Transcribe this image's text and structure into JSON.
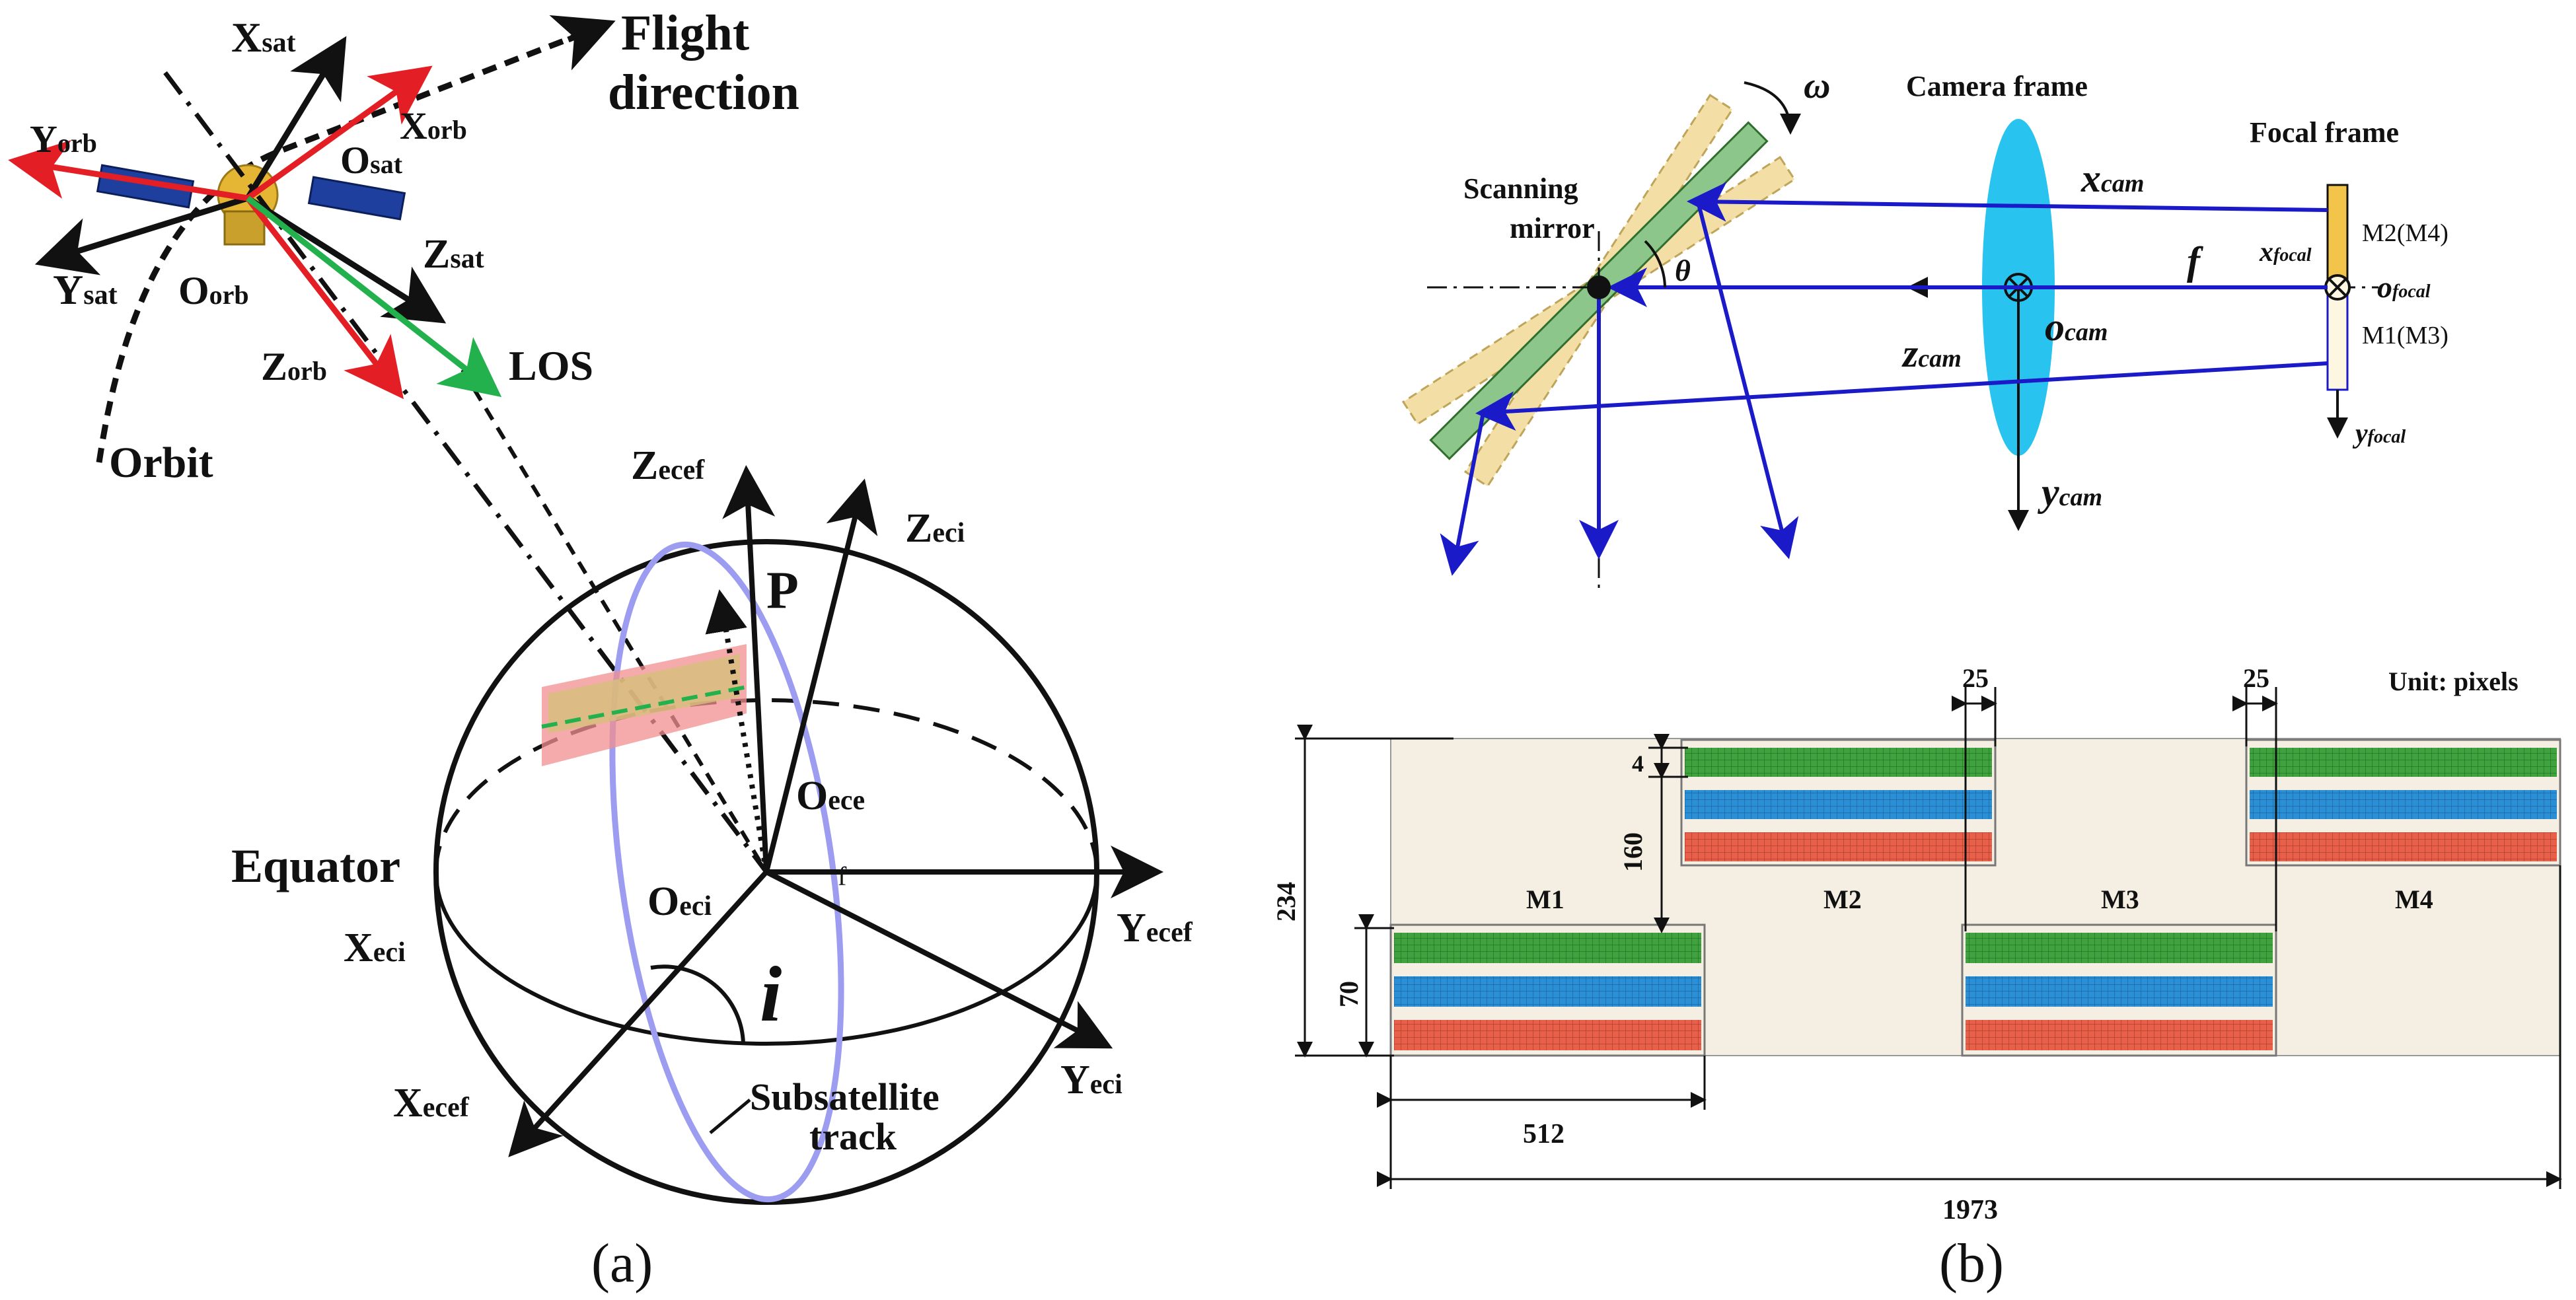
{
  "panel_a": {
    "caption": "(a)",
    "flight_direction": [
      "Flight",
      "direction"
    ],
    "orbit": "Orbit",
    "los": "LOS",
    "equator": "Equator",
    "subsatellite_track": [
      "Subsatellite",
      "track"
    ],
    "point_p": "P",
    "inclination": "i",
    "small_f": "f",
    "axes": {
      "x_sat": {
        "main": "X",
        "sub": "sat"
      },
      "y_sat": {
        "main": "Y",
        "sub": "sat"
      },
      "z_sat": {
        "main": "Z",
        "sub": "sat"
      },
      "o_sat": {
        "main": "O",
        "sub": "sat"
      },
      "x_orb": {
        "main": "X",
        "sub": "orb"
      },
      "y_orb": {
        "main": "Y",
        "sub": "orb"
      },
      "z_orb": {
        "main": "Z",
        "sub": "orb"
      },
      "o_orb": {
        "main": "O",
        "sub": "orb"
      },
      "z_ecef": {
        "main": "Z",
        "sub": "ecef"
      },
      "z_eci": {
        "main": "Z",
        "sub": "eci"
      },
      "o_ece": {
        "main": "O",
        "sub": "ece"
      },
      "o_eci": {
        "main": "O",
        "sub": "eci"
      },
      "x_eci": {
        "main": "X",
        "sub": "eci"
      },
      "y_ecef": {
        "main": "Y",
        "sub": "ecef"
      },
      "x_ecef": {
        "main": "X",
        "sub": "ecef"
      },
      "y_eci": {
        "main": "Y",
        "sub": "eci"
      }
    },
    "colors": {
      "orbit_frame": "#e31e24",
      "los": "#22b14c",
      "black": "#111111",
      "track": "#9c9cf0",
      "footprint": "#f28f8f",
      "footprint_inner": "#d6c07a"
    }
  },
  "panel_b": {
    "caption": "(b)",
    "scanning_mirror": [
      "Scanning",
      "mirror"
    ],
    "camera_frame": "Camera frame",
    "focal_frame": "Focal frame",
    "omega": "ω",
    "theta": "θ",
    "f": "f",
    "x_cam": {
      "main": "x",
      "sub": "cam"
    },
    "y_cam": {
      "main": "y",
      "sub": "cam"
    },
    "z_cam": {
      "main": "z",
      "sub": "cam"
    },
    "o_cam": {
      "main": "o",
      "sub": "cam"
    },
    "x_focal": {
      "main": "x",
      "sub": "focal"
    },
    "y_focal": {
      "main": "y",
      "sub": "focal"
    },
    "o_focal": {
      "main": "o",
      "sub": "focal"
    },
    "m2m4": "M2(M4)",
    "m1m3": "M1(M3)",
    "unit": "Unit: pixels",
    "modules": [
      "M1",
      "M2",
      "M3",
      "M4"
    ],
    "dims": {
      "gap": "25",
      "band": "4",
      "offset": "160",
      "height_total": "234",
      "module_height": "70",
      "module_width": "512",
      "total_width": "1973"
    },
    "colors": {
      "lens": "#29c3ef",
      "ray": "#1a1ac8",
      "mirror": "#8cc68a",
      "mirror_ghost": "#f3dfa5",
      "focal_top": "#f2c44a",
      "background": "#f4efe2",
      "green_band": "#3fa23f",
      "blue_band": "#2b8fd6",
      "red_band": "#e8604a"
    }
  }
}
